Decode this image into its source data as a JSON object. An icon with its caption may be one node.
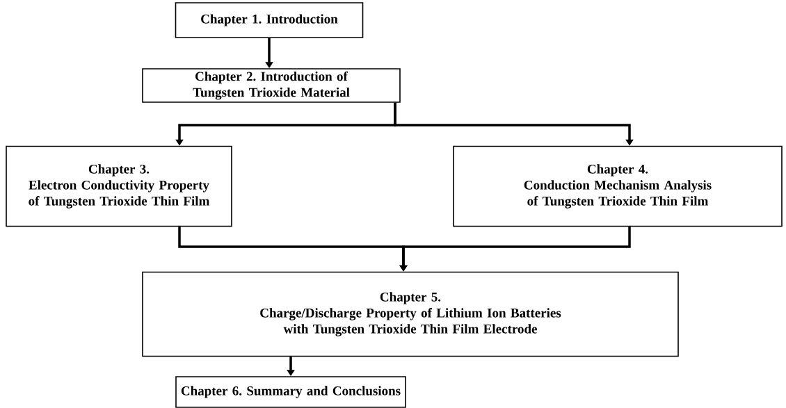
{
  "diagram": {
    "nodes": [
      {
        "text": [
          "Chapter 1. Introduction"
        ]
      },
      {
        "text": [
          "Chapter 2. Introduction of Tungsten Trioxide Material"
        ]
      },
      {
        "text": [
          "Chapter 3.",
          "Electron Conductivity Property of Tungsten Trioxide Thin Film"
        ]
      },
      {
        "text": [
          "Chapter 4.",
          "Conduction Mechanism Analysis of Tungsten Trioxide Thin Film"
        ]
      },
      {
        "text": [
          "Chapter 5.",
          "Charge/Discharge Property of Lithium Ion Batteries with Tungsten Trioxide Thin Film Electrode"
        ]
      },
      {
        "text": [
          "Chapter 6. Summary and Conclusions"
        ]
      }
    ],
    "edges": [
      {
        "from": 0,
        "to": 1,
        "arrow": "to"
      },
      {
        "from": 1,
        "to": 2,
        "arrow": "to"
      },
      {
        "from": 1,
        "to": 3,
        "arrow": "to"
      },
      {
        "from": 2,
        "to": 4,
        "arrow": "to"
      },
      {
        "from": 3,
        "to": 4,
        "arrow": "to"
      },
      {
        "from": 4,
        "to": 5,
        "arrow": "to"
      }
    ]
  }
}
